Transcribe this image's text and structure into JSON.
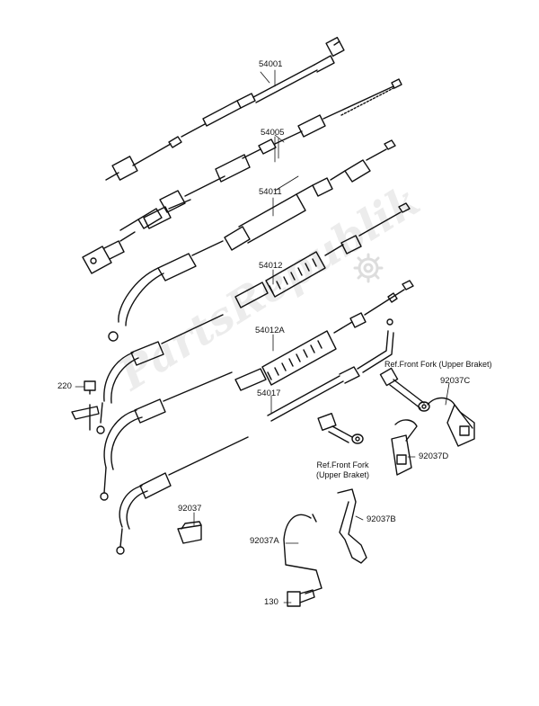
{
  "watermark": {
    "text": "PartsRepublik",
    "icon": "gear-icon"
  },
  "parts": {
    "p54001": "54001",
    "p54005": "54005",
    "p54011": "54011",
    "p54012": "54012",
    "p54012A": "54012A",
    "p54017": "54017",
    "p220": "220",
    "p92037": "92037",
    "p92037A": "92037A",
    "p92037B": "92037B",
    "p92037C": "92037C",
    "p92037D": "92037D",
    "p130": "130"
  },
  "refs": {
    "ref_top": "Ref.Front Fork (Upper Braket)",
    "ref_bottom_line1": "Ref.Front Fork",
    "ref_bottom_line2": "(Upper Braket)"
  },
  "colors": {
    "ink": "#111111",
    "watermark": "#c8c8c8"
  }
}
